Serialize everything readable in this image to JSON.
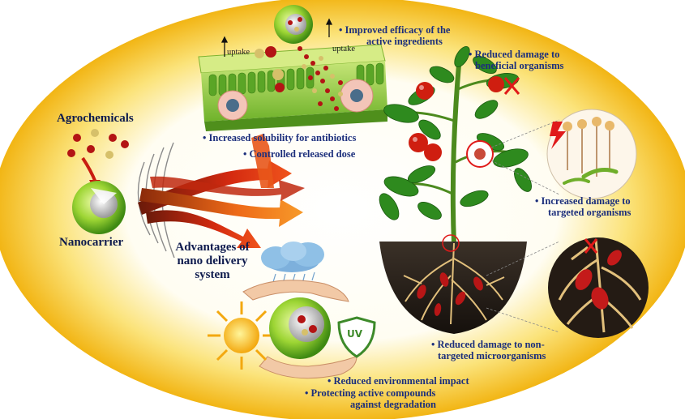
{
  "labels": {
    "agrochemicals": "Agrochemicals",
    "nanocarrier": "Nanocarrier",
    "advantages_line1": "Advantages of",
    "advantages_line2": "nano delivery",
    "advantages_line3": "system",
    "uptake_left": "uptake",
    "uptake_right": "uptake",
    "efficacy_line1": "• Improved efficacy of the",
    "efficacy_line2": "active ingredients",
    "solubility": "• Increased solubility for antibiotics",
    "controlled_release": "• Controlled released dose",
    "beneficial_line1": "• Reduced damage to",
    "beneficial_line2": "beneficial organisms",
    "targeted_line1": "• Increased damage to",
    "targeted_line2": "targeted organisms",
    "nontargeted_line1": "• Reduced damage to non-",
    "nontargeted_line2": "targeted microorganisms",
    "environmental": "• Reduced environmental impact",
    "protecting_line1": "• Protecting active compounds",
    "protecting_line2": "against degradation",
    "uv_badge": "UV"
  },
  "colors": {
    "background_outer": "#f6c21a",
    "background_inner": "#ffffff",
    "text_blue": "#1c2f7c",
    "nanocarrier_green": "#8ccc2c",
    "arrow_red": "#d42a10",
    "arrow_orange": "#f07a1a",
    "soil": "#2a231d",
    "root": "#e2c07c",
    "tomato_red": "#cf1e10",
    "leaf_green": "#2e8a1e"
  },
  "icons": {
    "nanocarrier": "nanocarrier-sphere-icon",
    "sun": "sun-icon",
    "cloud": "cloud-icon",
    "shield": "uv-shield-icon",
    "hands": "protecting-hands-icon",
    "lightning": "lightning-icon",
    "cross": "cross-mark-icon"
  }
}
